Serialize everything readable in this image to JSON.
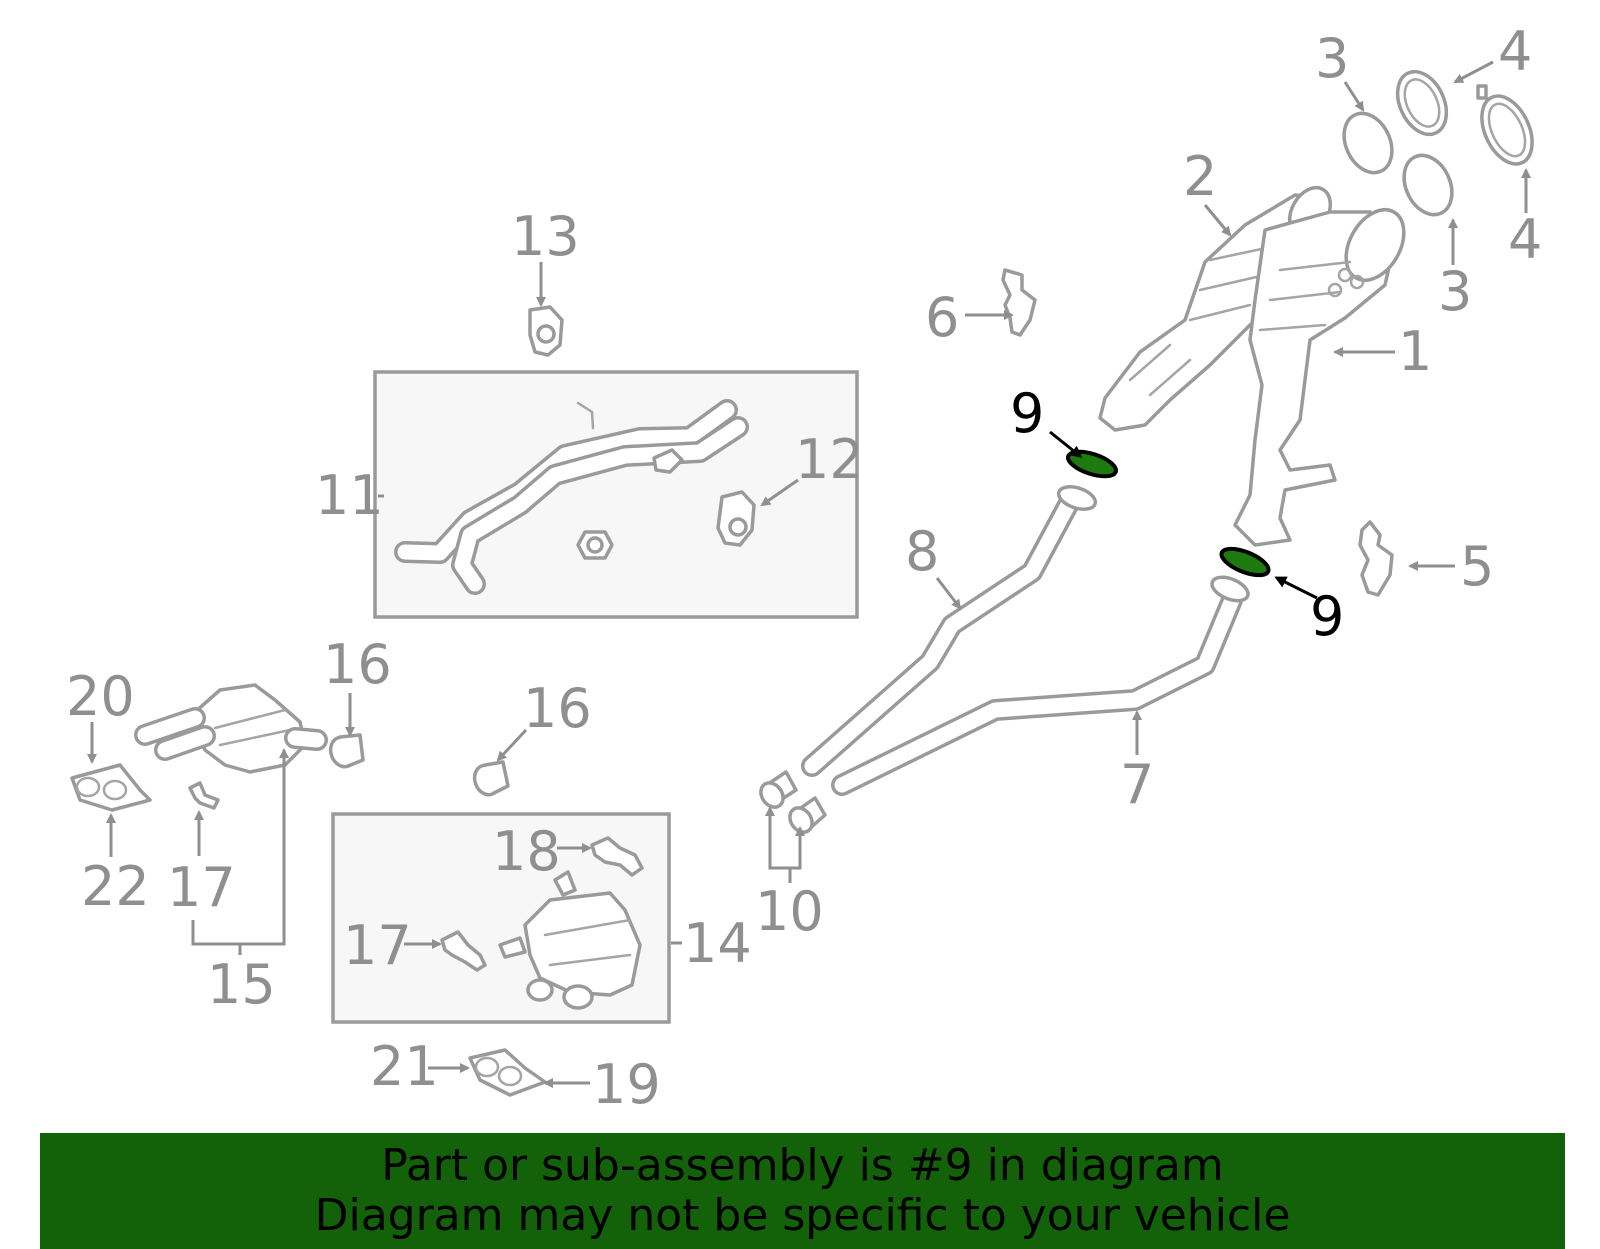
{
  "banner": {
    "line1": "Part or sub-assembly is #9 in diagram",
    "line2": "Diagram may not be specific to your vehicle",
    "background": "#136108"
  },
  "highlight": {
    "part_number": "9",
    "gasket_color": "#1d7a0f"
  },
  "callouts": {
    "c1": "1",
    "c2": "2",
    "c3a": "3",
    "c3b": "3",
    "c4a": "4",
    "c4b": "4",
    "c5": "5",
    "c6": "6",
    "c7": "7",
    "c8": "8",
    "c9a": "9",
    "c9b": "9",
    "c10": "10",
    "c11": "11",
    "c12": "12",
    "c13": "13",
    "c14": "14",
    "c15": "15",
    "c16a": "16",
    "c16b": "16",
    "c17a": "17",
    "c17b": "17",
    "c18": "18",
    "c19": "19",
    "c20": "20",
    "c21": "21",
    "c22": "22"
  }
}
